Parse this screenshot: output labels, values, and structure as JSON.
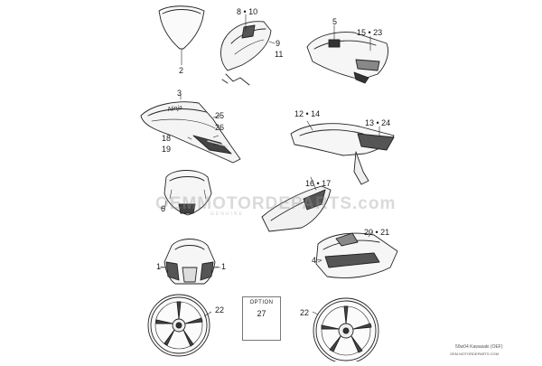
{
  "diagram": {
    "callouts": {
      "c2": "2",
      "c8_10": "8 • 10",
      "c9": "9",
      "c11": "11",
      "c5": "5",
      "c15_23": "15 • 23",
      "c3": "3",
      "c25": "25",
      "c26": "26",
      "c18": "18",
      "c19": "19",
      "c12_14": "12 • 14",
      "c13_24": "13 • 24",
      "c6": "6",
      "c16_17": "16 • 17",
      "c20_21": "20 • 21",
      "c4": "4",
      "c1_left": "1",
      "c1_right": "1",
      "c22_left": "22",
      "c22_right": "22",
      "c27": "27"
    },
    "option_label": "OPTION",
    "decal_text": "Ninja",
    "watermark": "OEMMOTORDEPARTS.com",
    "watermark_small": "GENUINE",
    "footer_line1": "50w04 Kawasaki (OEF)",
    "footer_line2": "OEM MOTORDEPARTS.COM"
  }
}
